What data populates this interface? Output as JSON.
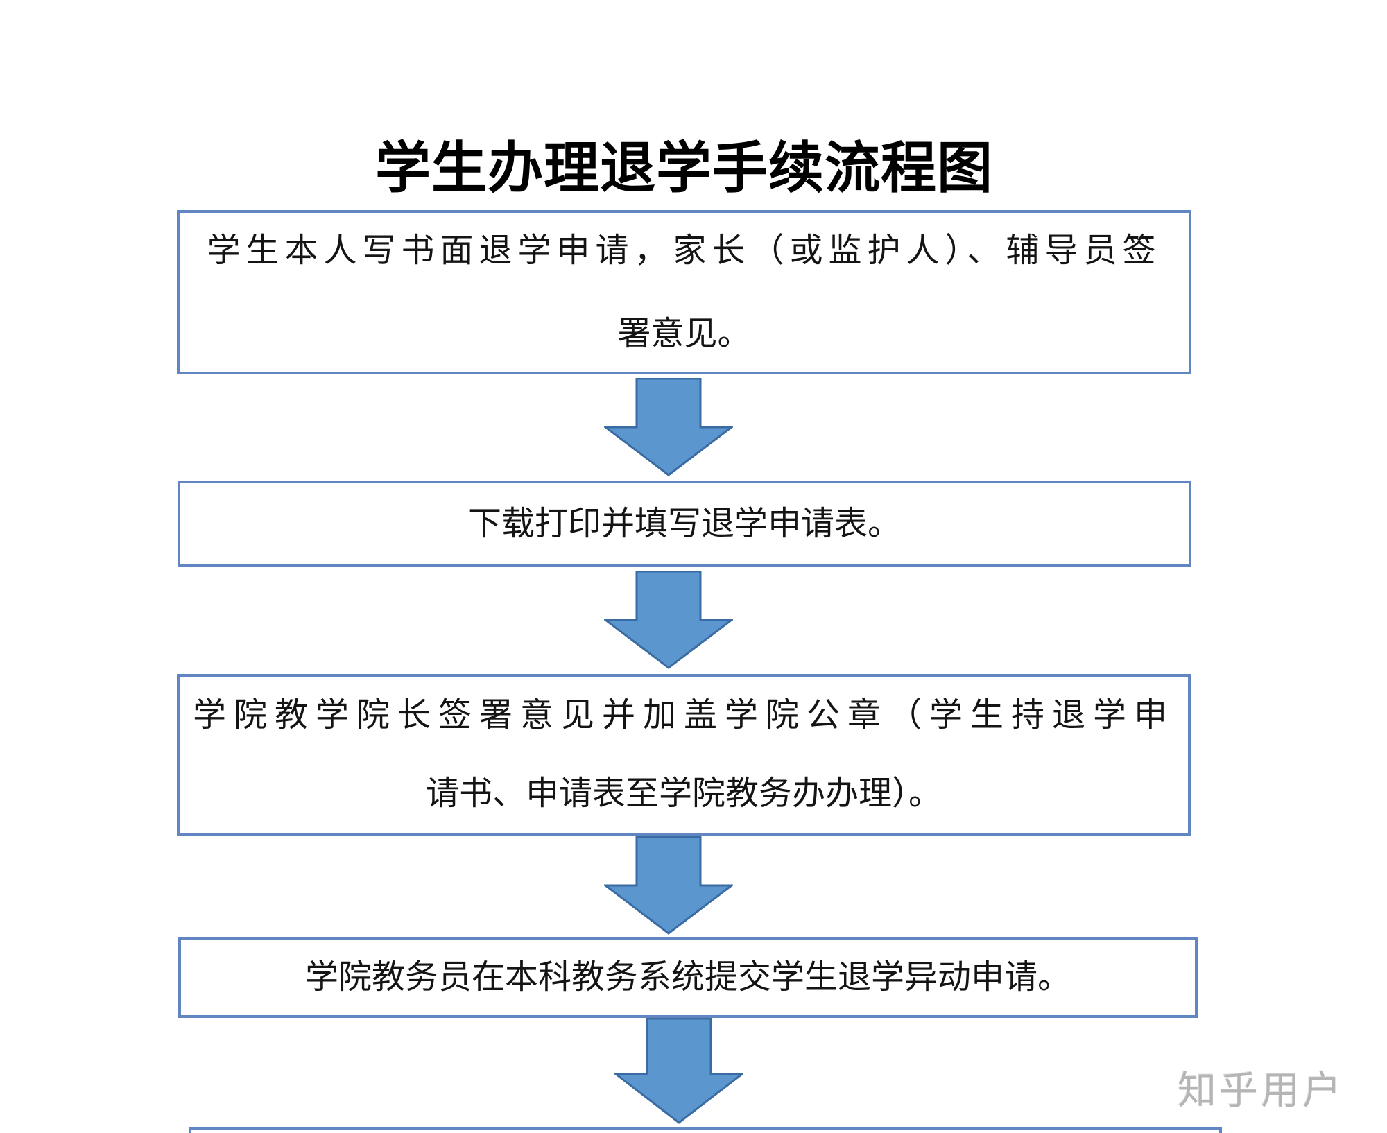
{
  "title": "学生办理退学手续流程图",
  "flow": {
    "steps": [
      {
        "lines": [
          "学生本人写书面退学申请，家长（或监护人）、辅导员签",
          "署意见。"
        ]
      },
      {
        "lines": [
          "下载打印并填写退学申请表。"
        ]
      },
      {
        "lines": [
          "学院教学院长签署意见并加盖学院公章（学生持退学申",
          "请书、申请表至学院教务办办理）。"
        ]
      },
      {
        "lines": [
          "学院教务员在本科教务系统提交学生退学异动申请。"
        ]
      },
      {
        "lines": []
      }
    ]
  },
  "watermark": "知乎用户",
  "colors": {
    "box_border": "#6286c2",
    "arrow_fill": "#5b97ce",
    "arrow_stroke": "#3a6ca3",
    "text": "#141414",
    "watermark": "#b5b5b5"
  }
}
